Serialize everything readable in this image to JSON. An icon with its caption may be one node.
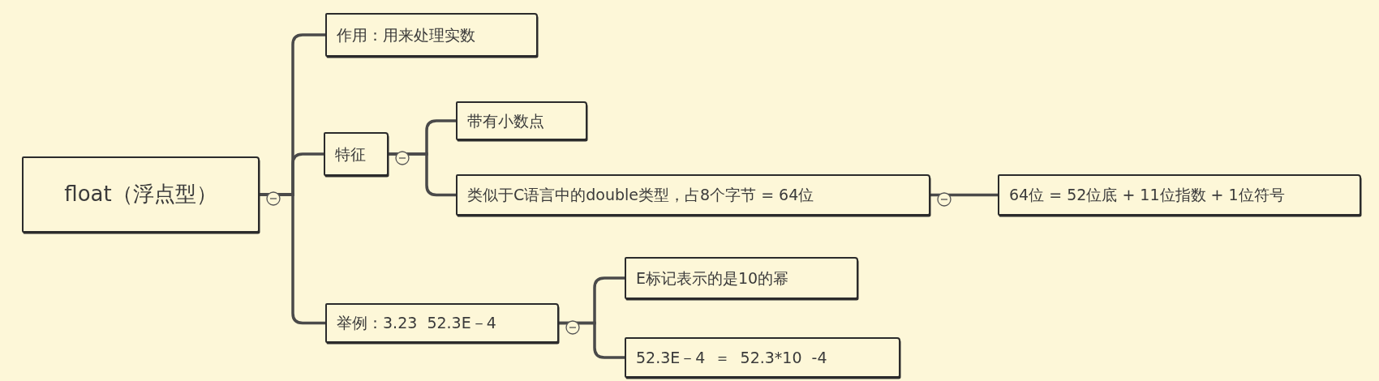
{
  "diagram": {
    "nodes": [
      {
        "text": [
          "float（浮点型）"
        ]
      },
      {
        "text": [
          "作用：用来处理实数"
        ]
      },
      {
        "text": [
          "特征"
        ]
      },
      {
        "text": [
          "带有小数点"
        ]
      },
      {
        "text": [
          "类似于C语言中的double类型，占8个字节 = 64位"
        ]
      },
      {
        "text": [
          "64位 = 52位底 + 11位指数 + 1位符号"
        ]
      },
      {
        "text": [
          "举例：3.23  52.3E－4"
        ]
      },
      {
        "text": [
          "E标记表示的是10的幂"
        ]
      },
      {
        "text": [
          "52.3E－4  ＝  52.3*10  -4"
        ]
      }
    ],
    "edges": [
      {
        "from": 0,
        "to": 1,
        "arrow": "none"
      },
      {
        "from": 0,
        "to": 2,
        "arrow": "none"
      },
      {
        "from": 0,
        "to": 6,
        "arrow": "none"
      },
      {
        "from": 2,
        "to": 3,
        "arrow": "none"
      },
      {
        "from": 2,
        "to": 4,
        "arrow": "none"
      },
      {
        "from": 4,
        "to": 5,
        "arrow": "none"
      },
      {
        "from": 6,
        "to": 7,
        "arrow": "none"
      },
      {
        "from": 6,
        "to": 8,
        "arrow": "none"
      }
    ]
  }
}
